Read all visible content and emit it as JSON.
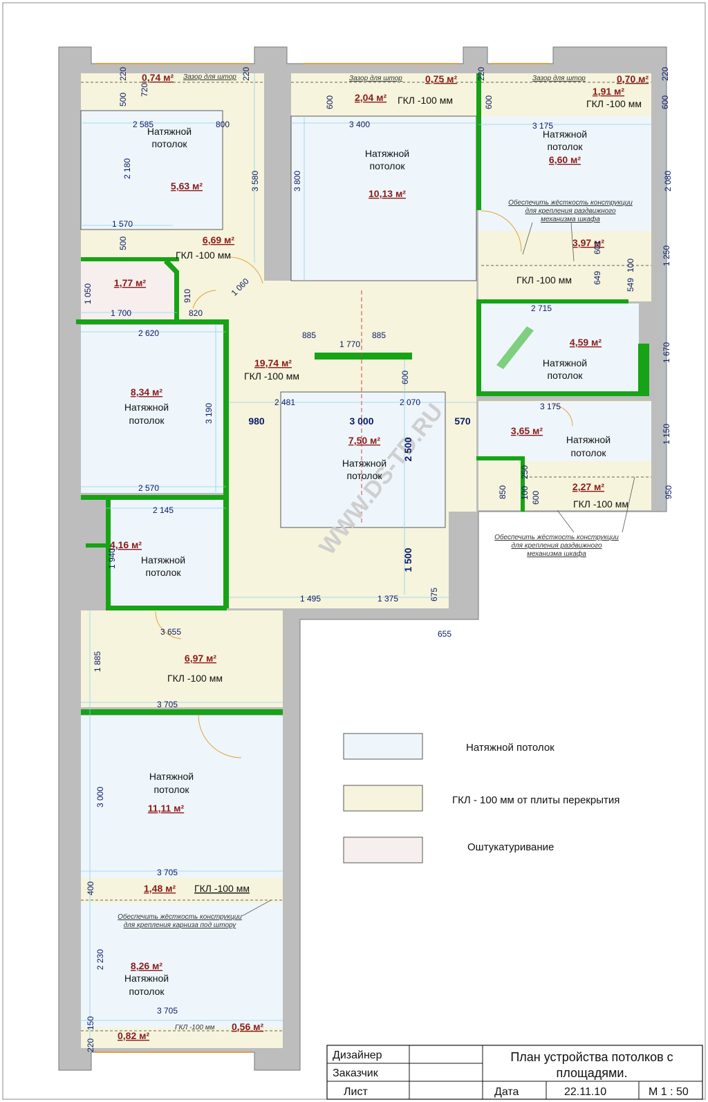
{
  "colors": {
    "stretch_ceiling": "#eef6fb",
    "gkl": "#f6f4dc",
    "plaster": "#f6efee",
    "wall": "#b8b8b8",
    "partition": "#16a316",
    "area_text": "#8b1a1a",
    "dimension_text": "#0b1a66"
  },
  "rooms": [
    {
      "id": "r1",
      "labels": [
        "Натяжной",
        "потолок"
      ],
      "area": "5,63 м²"
    },
    {
      "id": "r2",
      "labels": [
        "Натяжной",
        "потолок"
      ],
      "area": "10,13 м²"
    },
    {
      "id": "r3",
      "labels": [
        "Натяжной",
        "потолок"
      ],
      "area": "6,60 м²"
    },
    {
      "id": "r4",
      "labels": [],
      "area": "1,77 м²"
    },
    {
      "id": "r5",
      "labels": [
        "Натяжной",
        "потолок"
      ],
      "area": "8,34 м²"
    },
    {
      "id": "r6",
      "labels": [
        "Натяжной",
        "потолок"
      ],
      "area": "7,50 м²"
    },
    {
      "id": "r7",
      "labels": [
        "Натяжной",
        "потолок"
      ],
      "area": "4,59 м²"
    },
    {
      "id": "r8",
      "labels": [
        "Натяжной",
        "потолок"
      ],
      "area": "3,65 м²"
    },
    {
      "id": "r9",
      "labels": [
        "Натяжной",
        "потолок"
      ],
      "area": "4,16 м²"
    },
    {
      "id": "r10",
      "labels": [
        "Натяжной",
        "потолок"
      ],
      "area": "11,11 м²"
    },
    {
      "id": "r11",
      "labels": [
        "Натяжной",
        "потолок"
      ],
      "area": "8,26 м²"
    }
  ],
  "gkl_zones": [
    {
      "area": "0,74 м²",
      "text": "Зазор для штор"
    },
    {
      "area": "0,75 м²",
      "text": "Зазор для штор"
    },
    {
      "area": "0,70 м²",
      "text": "Зазор для штор"
    },
    {
      "area": "2,04 м²",
      "text": "ГКЛ -100 мм"
    },
    {
      "area": "1,91 м²",
      "text": "ГКЛ -100 мм"
    },
    {
      "area": "6,69 м²",
      "text": "ГКЛ -100 мм"
    },
    {
      "area": "3,97 м²",
      "text": "ГКЛ -100 мм"
    },
    {
      "area": "19,74 м²",
      "text": "ГКЛ -100 мм"
    },
    {
      "area": "2,27 м²",
      "text": "ГКЛ -100 мм"
    },
    {
      "area": "6,97 м²",
      "text": "ГКЛ -100 мм"
    },
    {
      "area": "1,48 м²",
      "text": "ГКЛ -100 мм"
    },
    {
      "area": "0,82 м²",
      "text": ""
    },
    {
      "area": "0,56 м²",
      "text": "ГКЛ -100 мм"
    }
  ],
  "notes": [
    [
      "Обеспечить жёсткость конструкции",
      "для крепления раздвижного",
      "механизма шкафа"
    ],
    [
      "Обеспечить жёсткость конструкции",
      "для крепления раздвижного",
      "механизма шкафа"
    ],
    [
      "Обеспечить жёсткость конструкции",
      "для крепления карниза под штору"
    ]
  ],
  "dimensions": [
    "220",
    "720",
    "500",
    "2 585",
    "800",
    "2 180",
    "3 580",
    "1 570",
    "500",
    "220",
    "600",
    "3 400",
    "3 800",
    "220",
    "600",
    "3 175",
    "2 080",
    "600",
    "220",
    "1 250",
    "601",
    "100",
    "649",
    "549",
    "1 060",
    "910",
    "820",
    "1 050",
    "1 700",
    "2 620",
    "885",
    "885",
    "1 770",
    "600",
    "2 715",
    "1 670",
    "3 190",
    "2 481",
    "2 070",
    "3 175",
    "1 150",
    "2 570",
    "250",
    "100",
    "600",
    "850",
    "950",
    "2 145",
    "1 940",
    "1 495",
    "1 375",
    "675",
    "655",
    "3 655",
    "1 885",
    "3 705",
    "3 000",
    "3 705",
    "400",
    "2 230",
    "3 705",
    "150",
    "220"
  ],
  "bold_dims": [
    "980",
    "3 000",
    "570",
    "2 500",
    "1 500"
  ],
  "watermark": "WWW.DS-TD.RU",
  "legend": [
    {
      "label": "Натяжной потолок",
      "color": "#eef6fb"
    },
    {
      "label": "ГКЛ -  100 мм от плиты перекрытия",
      "color": "#f6f4dc"
    },
    {
      "label": "Оштукатуривание",
      "color": "#f6efee"
    }
  ],
  "title_block": {
    "designer": "Дизайнер",
    "customer": "Заказчик",
    "sheet": "Лист",
    "date_label": "Дата",
    "date": "22.11.10",
    "scale": "М 1 : 50",
    "title_line1": "План устройства потолков с",
    "title_line2": "площадями."
  }
}
